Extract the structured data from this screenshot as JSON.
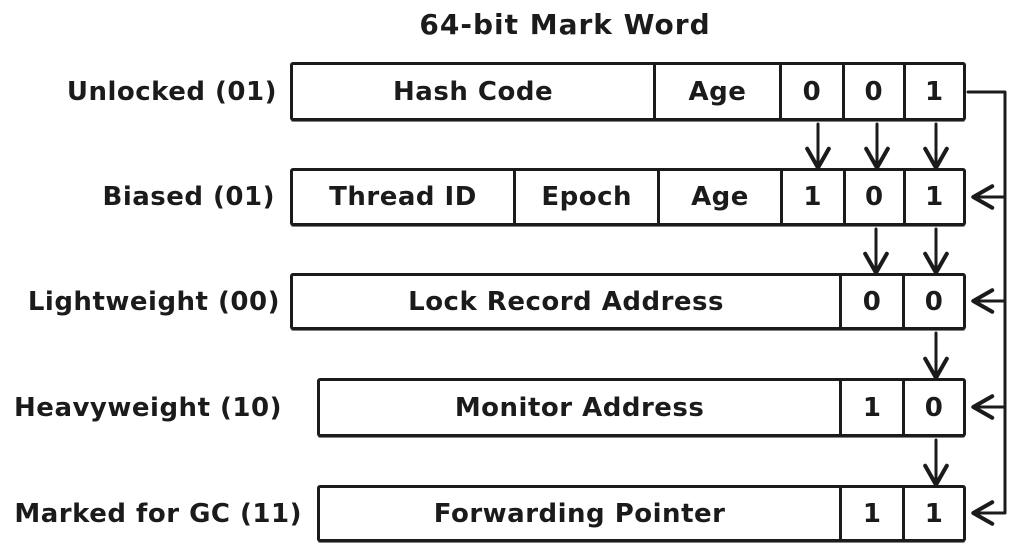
{
  "title": "64-bit Mark Word",
  "colors": {
    "ink": "#1b1b1b",
    "background": "#ffffff"
  },
  "rows": [
    {
      "state": "unlocked",
      "label": "Unlocked (01)",
      "cells": [
        {
          "text": "Hash Code"
        },
        {
          "text": "Age"
        },
        {
          "text": "0"
        },
        {
          "text": "0"
        },
        {
          "text": "1"
        }
      ]
    },
    {
      "state": "biased",
      "label": "Biased (01)",
      "cells": [
        {
          "text": "Thread ID"
        },
        {
          "text": "Epoch"
        },
        {
          "text": "Age"
        },
        {
          "text": "1"
        },
        {
          "text": "0"
        },
        {
          "text": "1"
        }
      ]
    },
    {
      "state": "lightweight",
      "label": "Lightweight (00)",
      "cells": [
        {
          "text": "Lock Record Address"
        },
        {
          "text": "0"
        },
        {
          "text": "0"
        }
      ]
    },
    {
      "state": "heavyweight",
      "label": "Heavyweight (10)",
      "cells": [
        {
          "text": "Monitor Address"
        },
        {
          "text": "1"
        },
        {
          "text": "0"
        }
      ]
    },
    {
      "state": "marked-for-gc",
      "label": "Marked for GC (11)",
      "cells": [
        {
          "text": "Forwarding Pointer"
        },
        {
          "text": "1"
        },
        {
          "text": "1"
        }
      ]
    }
  ]
}
